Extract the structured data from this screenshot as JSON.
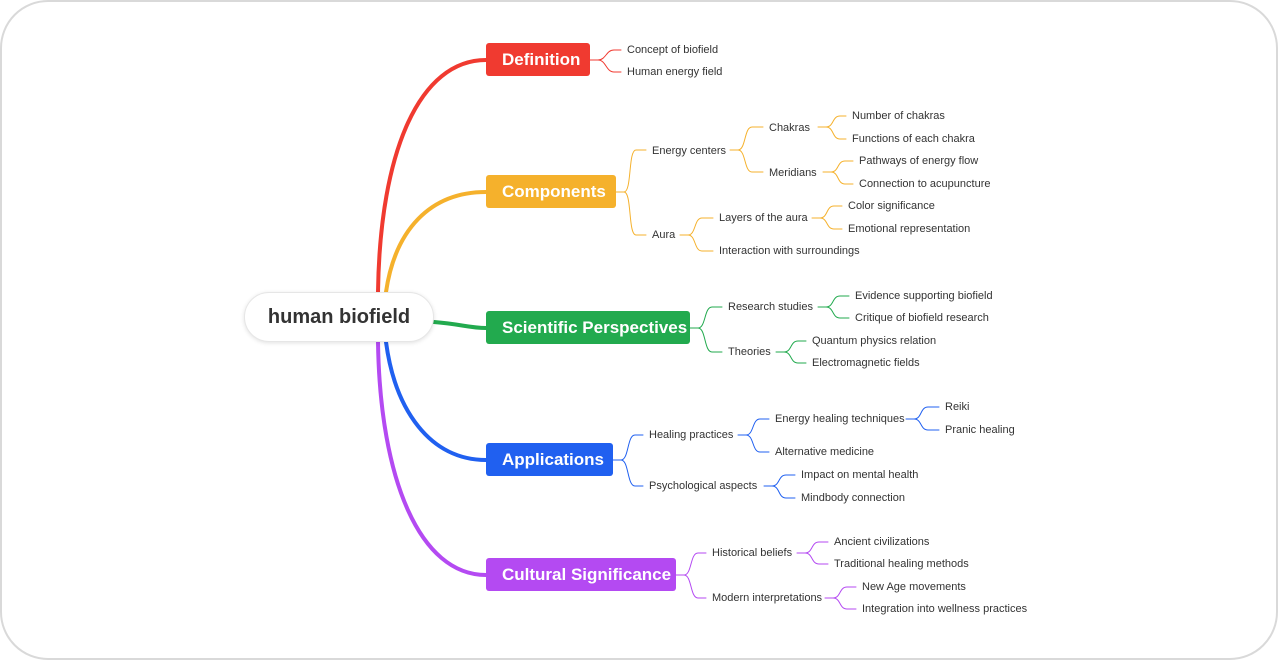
{
  "root": "human biofield",
  "colors": {
    "definition": "#f03a30",
    "components": "#f5b12c",
    "scientific": "#22aa4e",
    "applications": "#2060f0",
    "cultural": "#b44af2"
  },
  "definition": {
    "title": "Definition",
    "a": "Concept of biofield",
    "b": "Human energy field"
  },
  "components": {
    "title": "Components",
    "energy_centers": "Energy centers",
    "chakras": "Chakras",
    "chakras_number": "Number of chakras",
    "chakras_functions": "Functions of each chakra",
    "meridians": "Meridians",
    "meridians_pathways": "Pathways of energy flow",
    "meridians_acupuncture": "Connection to acupuncture",
    "aura": "Aura",
    "layers": "Layers of the aura",
    "color": "Color significance",
    "emotional": "Emotional representation",
    "interaction": "Interaction with surroundings"
  },
  "scientific": {
    "title": "Scientific Perspectives",
    "research": "Research studies",
    "evidence": "Evidence supporting biofield",
    "critique": "Critique of biofield research",
    "theories": "Theories",
    "quantum": "Quantum physics relation",
    "electro": "Electromagnetic fields"
  },
  "applications": {
    "title": "Applications",
    "healing": "Healing practices",
    "energy_healing": "Energy healing techniques",
    "reiki": "Reiki",
    "pranic": "Pranic healing",
    "alternative": "Alternative medicine",
    "psych": "Psychological aspects",
    "mental": "Impact on mental health",
    "mindbody": "Mindbody connection"
  },
  "cultural": {
    "title": "Cultural Significance",
    "historical": "Historical beliefs",
    "ancient": "Ancient civilizations",
    "traditional": "Traditional healing methods",
    "modern": "Modern interpretations",
    "newage": "New Age movements",
    "integration": "Integration into wellness practices"
  }
}
